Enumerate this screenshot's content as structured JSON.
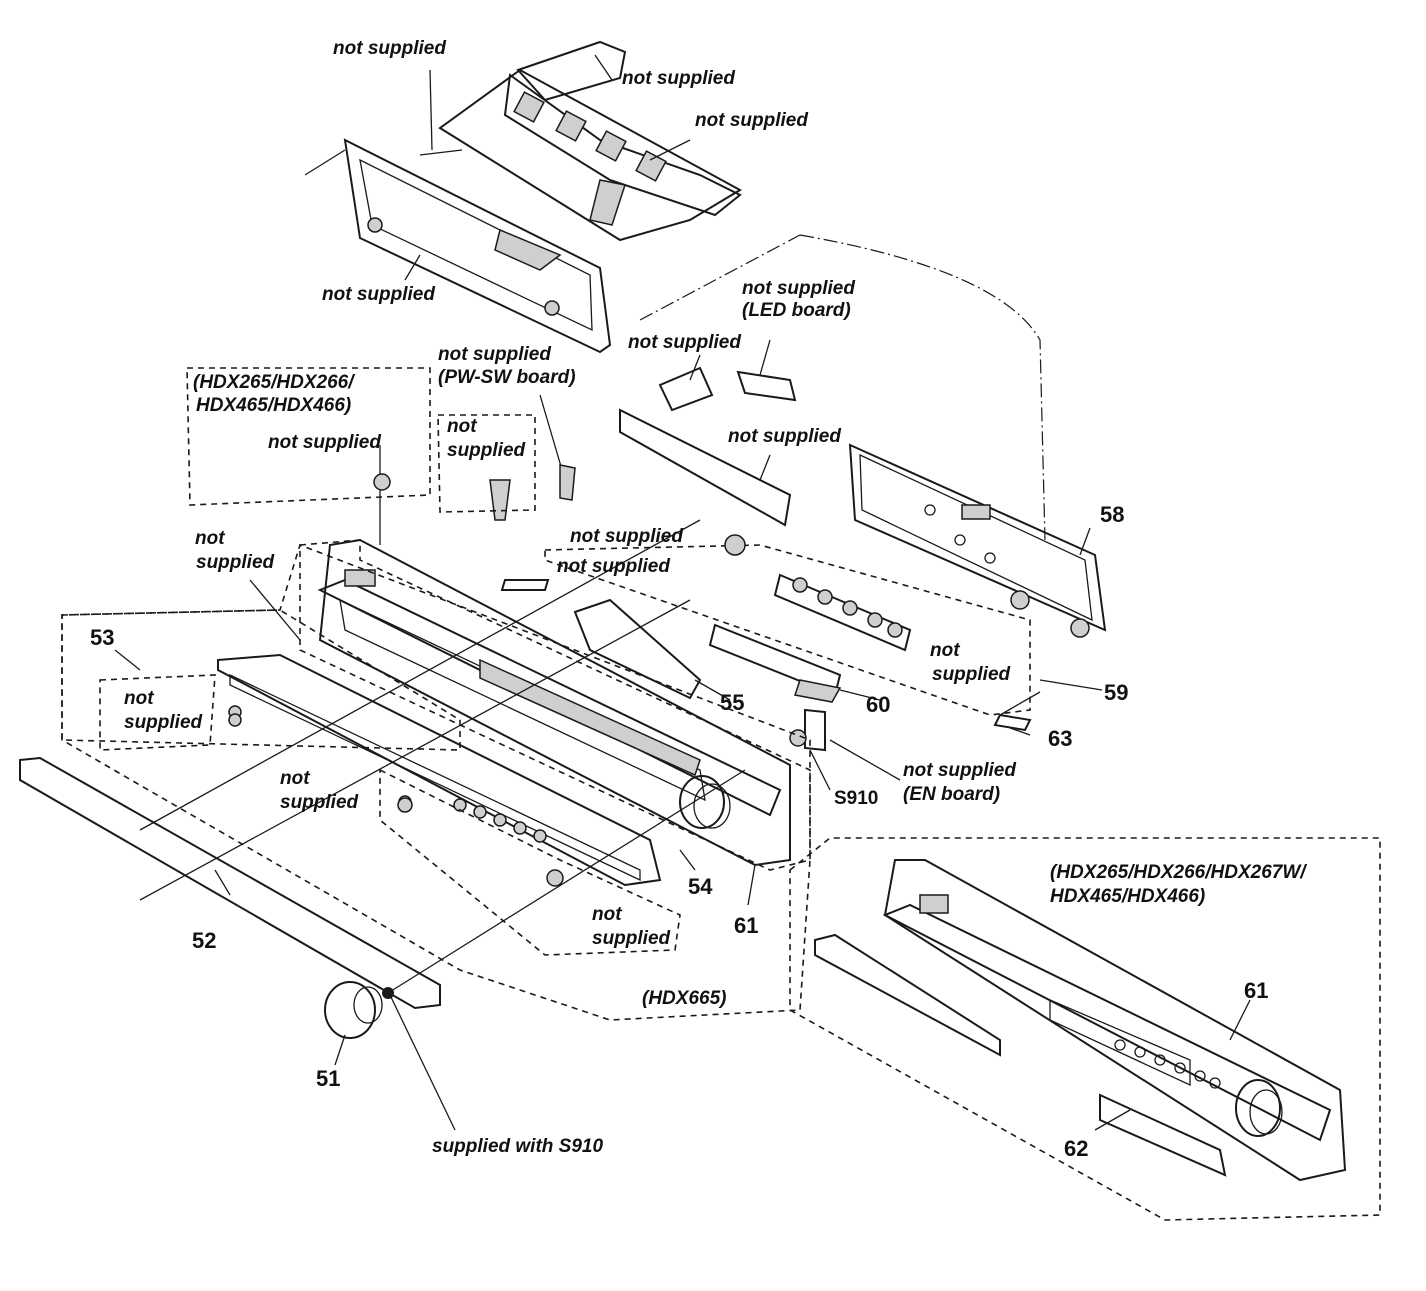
{
  "labels": {
    "ns_top_left": "not supplied",
    "ns_top_right": "not supplied",
    "ns_shield": "not supplied",
    "ns_frame": "not supplied",
    "ns_led_1": "not supplied",
    "ns_led_2": "(LED board)",
    "ns_mid": "not supplied",
    "ns_pwsw_1": "not supplied",
    "ns_pwsw_2": "(PW-SW board)",
    "variant_top_1": "(HDX265/HDX266/",
    "variant_top_2": "HDX465/HDX466)",
    "ns_variant": "not supplied",
    "ns_box_1": "not",
    "ns_box_2": "supplied",
    "ns_window": "not supplied",
    "ns_screw_a": "not supplied",
    "ns_screw_b": "not supplied",
    "ns_left_1": "not",
    "ns_left_2": "supplied",
    "ns_53_1": "not",
    "ns_53_2": "supplied",
    "ns_52_1": "not",
    "ns_52_2": "supplied",
    "ns_bottom_1": "not",
    "ns_bottom_2": "supplied",
    "ns_59_1": "not",
    "ns_59_2": "supplied",
    "ns_en_1": "not supplied",
    "ns_en_2": "(EN board)",
    "variant_hdx665": "(HDX665)",
    "variant_right_1": "(HDX265/HDX266/HDX267W/",
    "variant_right_2": "HDX465/HDX466)",
    "supplied_with": "supplied with S910"
  },
  "part_numbers": {
    "p51": "51",
    "p52": "52",
    "p53": "53",
    "p54": "54",
    "p55": "55",
    "p58": "58",
    "p59": "59",
    "p60": "60",
    "p61_main": "61",
    "p61_alt": "61",
    "p62": "62",
    "p63": "63",
    "s910": "S910"
  }
}
